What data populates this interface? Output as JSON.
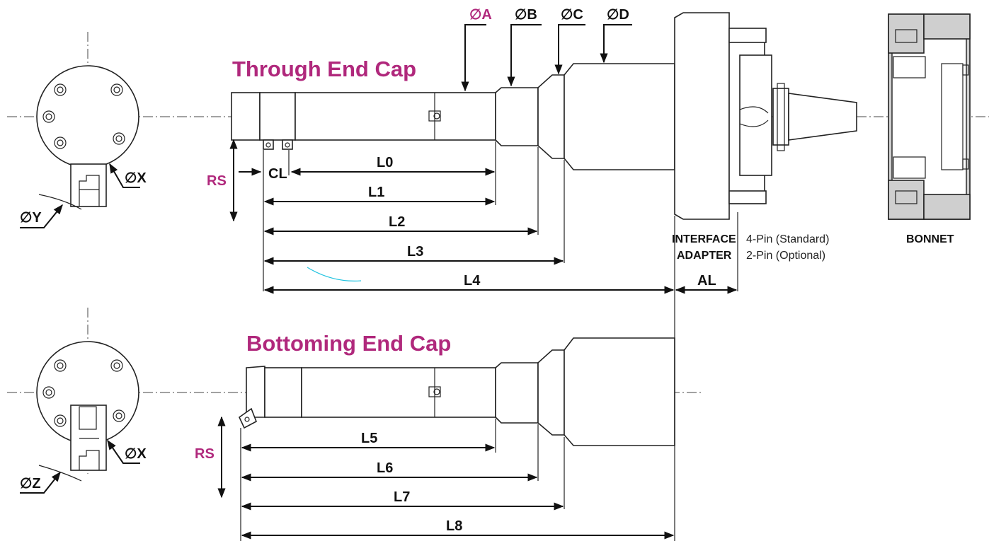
{
  "titles": {
    "through": "Through End Cap",
    "bottoming": "Bottoming End Cap"
  },
  "diameters": {
    "a": "∅A",
    "b": "∅B",
    "c": "∅C",
    "d": "∅D",
    "x_top": "∅X",
    "x_bottom": "∅X",
    "y": "∅Y",
    "z": "∅Z"
  },
  "dims": {
    "rs_top": "RS",
    "rs_bottom": "RS",
    "cl": "CL",
    "l0": "L0",
    "l1": "L1",
    "l2": "L2",
    "l3": "L3",
    "l4": "L4",
    "l5": "L5",
    "l6": "L6",
    "l7": "L7",
    "l8": "L8",
    "al": "AL"
  },
  "adapter": {
    "line1": "INTERFACE",
    "line2": "ADAPTER",
    "option1": "4-Pin (Standard)",
    "option2": "2-Pin (Optional)"
  },
  "bonnet": "BONNET",
  "colors": {
    "accent": "#b0287c",
    "line": "#111111",
    "bonnet_fill": "#cfcfcf"
  }
}
